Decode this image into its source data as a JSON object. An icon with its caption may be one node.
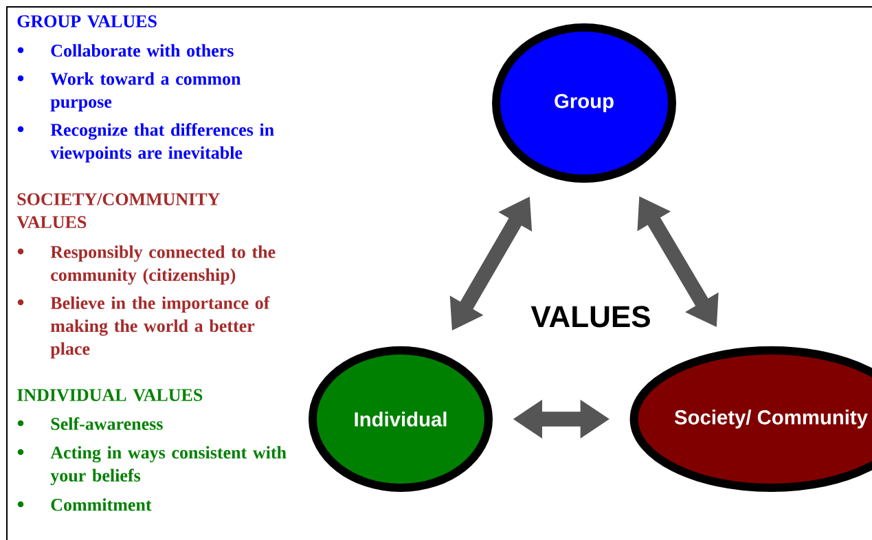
{
  "diagram": {
    "nodes": [
      {
        "text": [
          "Group"
        ]
      },
      {
        "text": [
          "Individual"
        ]
      },
      {
        "text": [
          "Society/ Community"
        ]
      }
    ],
    "edges": [
      {
        "from": 1,
        "to": 0,
        "arrow": "both"
      },
      {
        "from": 2,
        "to": 0,
        "arrow": "both"
      },
      {
        "from": 1,
        "to": 2,
        "arrow": "both"
      }
    ],
    "labels": [
      "GROUP VALUES",
      "Collaborate with others",
      "Work toward a common purpose",
      "Recognize that differences in viewpoints are inevitable",
      "SOCIETY/COMMUNITY VALUES",
      "Responsibly connected to the community (citizenship)",
      "Believe in the importance of making the world a better place",
      "INDIVIDUAL VALUES",
      "Self-awareness",
      "Acting in ways consistent with your beliefs",
      "Commitment",
      "VALUES"
    ]
  }
}
